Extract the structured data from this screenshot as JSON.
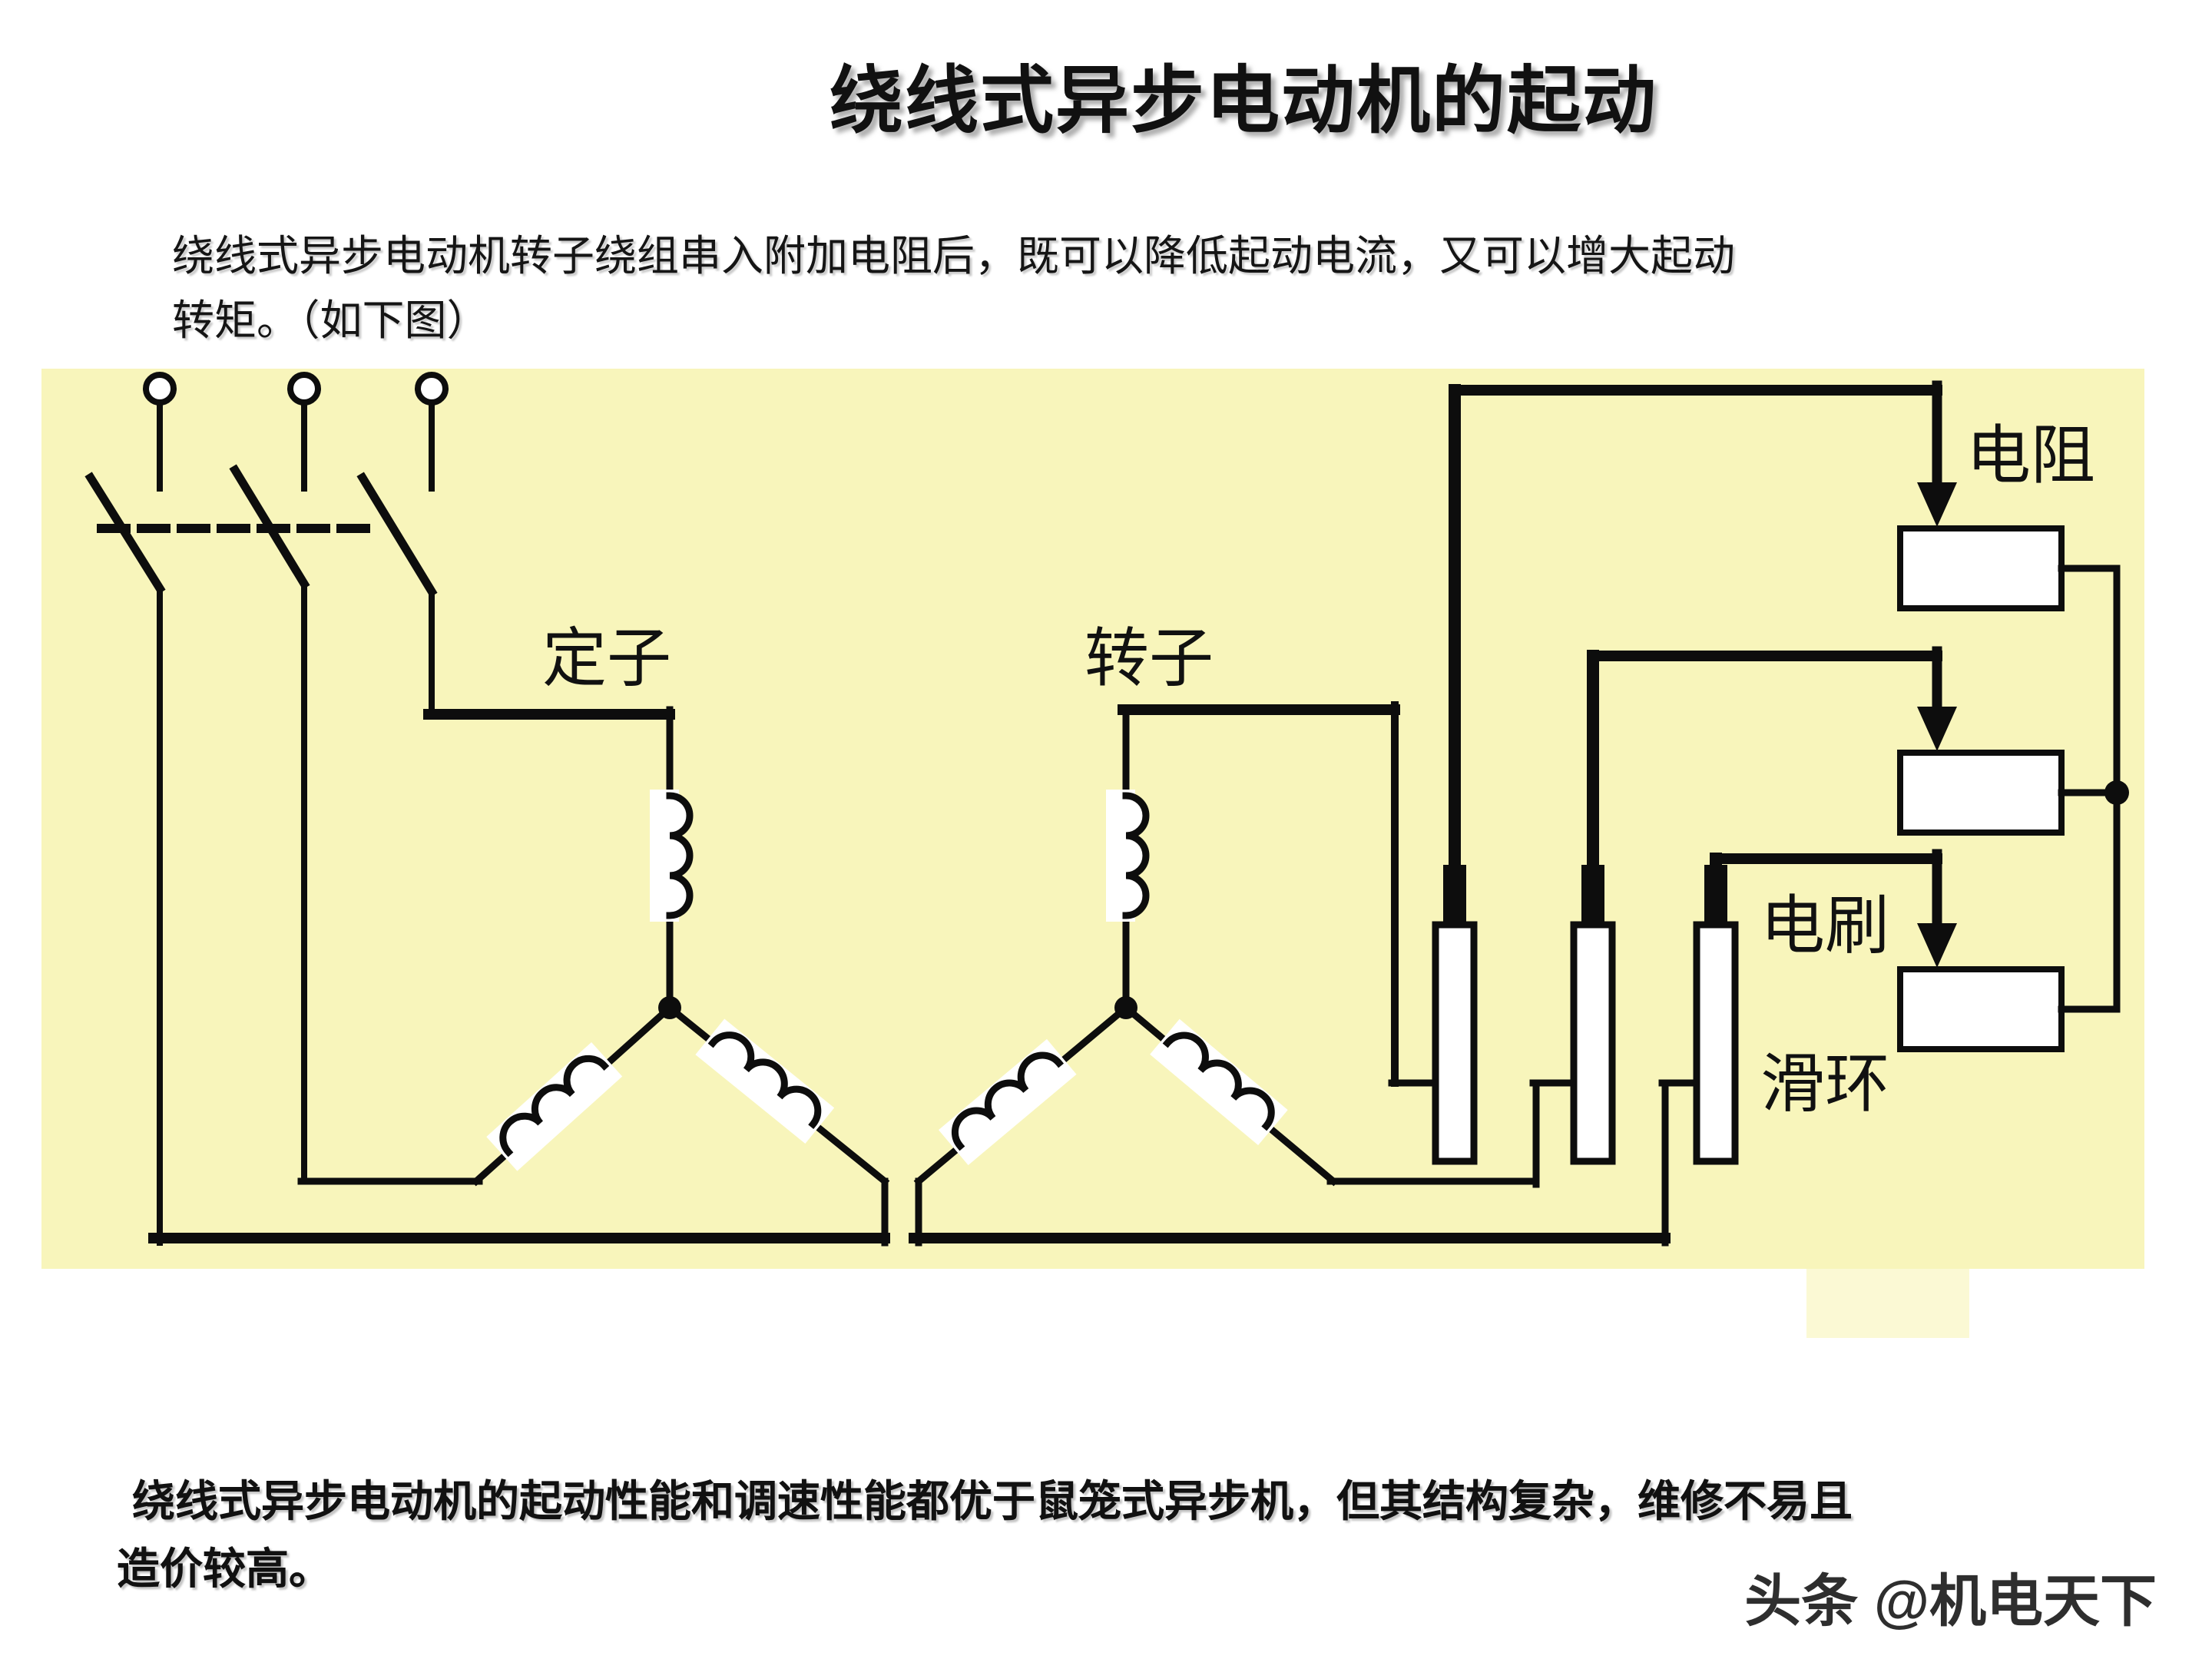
{
  "title": "绕线式异步电动机的起动",
  "intro": {
    "lines": [
      "绕线式异步电动机转子绕组串入附加电阻后，既可以降低起动电流，又可以增大起动",
      "转矩。（如下图）"
    ]
  },
  "diagram": {
    "labels": {
      "stator": "定子",
      "rotor": "转子",
      "resistor": "电阻",
      "brush": "电刷",
      "slip_ring": "滑环"
    },
    "colors": {
      "background": "#f8f5bb",
      "tab": "#fbf9d4",
      "line": "#0d0d0d",
      "component_fill": "#ffffff"
    }
  },
  "note": {
    "lines": [
      "绕线式异步电动机的起动性能和调速性能都优于鼠笼式异步机，但其结构复杂，维修不易且",
      "造价较高。"
    ]
  },
  "watermark": "头条 @机电天下"
}
